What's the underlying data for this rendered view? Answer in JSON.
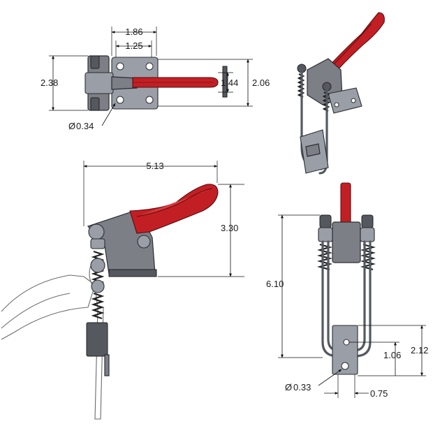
{
  "dimensions": {
    "top_view": {
      "overall_width": "1.86",
      "hole_spacing_x": "1.25",
      "overall_height": "2.38",
      "hole_spacing_y": "2.06",
      "handle_height": "1.44",
      "hole_diameter": "0.34",
      "diameter_symbol": "Ø"
    },
    "side_view": {
      "overall_length": "5.13",
      "handle_height": "3.30"
    },
    "front_view": {
      "overall_height": "6.10",
      "keeper_height": "2.12",
      "keeper_hole_height": "1.06",
      "keeper_hole_diameter": "0.33",
      "keeper_width": "0.75",
      "diameter_symbol": "Ø"
    }
  },
  "colors": {
    "handle": "#c21f24",
    "body": "#7c7f86",
    "background": "#ffffff"
  }
}
